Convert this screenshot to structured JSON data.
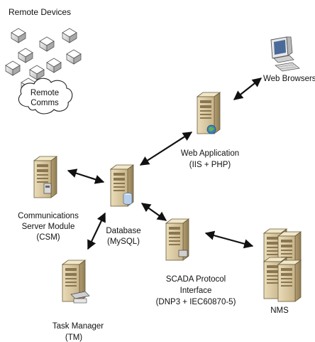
{
  "diagram": {
    "remote_devices": {
      "label": "Remote Devices"
    },
    "remote_comms": {
      "line1": "Remote",
      "line2": "Comms"
    },
    "web_browsers": {
      "label": "Web Browsers"
    },
    "web_application": {
      "line1": "Web Application",
      "line2": "(IIS + PHP)"
    },
    "csm": {
      "line1": "Communications",
      "line2": "Server Module",
      "line3": "(CSM)"
    },
    "database": {
      "line1": "Database",
      "line2": "(MySQL)"
    },
    "scada": {
      "line1": "SCADA Protocol",
      "line2": "Interface",
      "line3": "(DNP3 + IEC60870-5)"
    },
    "task_manager": {
      "line1": "Task Manager",
      "line2": "(TM)"
    },
    "nms": {
      "label": "NMS"
    }
  }
}
